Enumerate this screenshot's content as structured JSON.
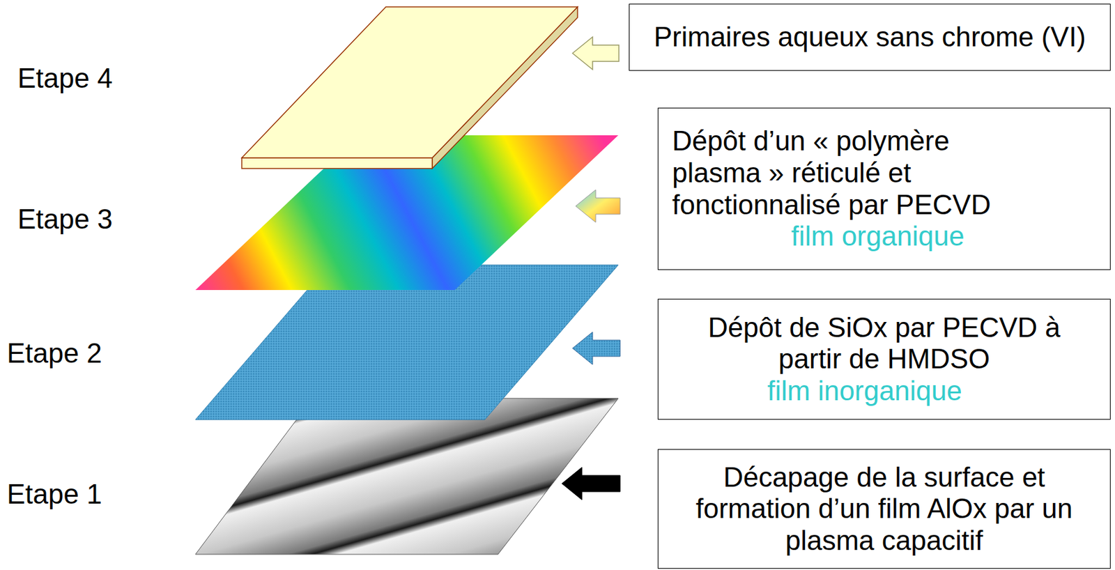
{
  "diagram": {
    "nodes": [
      {
        "text": [
          "Primaires aqueux sans chrome (VI)"
        ]
      },
      {
        "text": [
          "Dépôt d’un « polymère plasma » réticulé et fonctionnalisé par PECVD",
          "film organique"
        ]
      },
      {
        "text": [
          "Dépôt de SiOx par PECVD à partir de HMDSO",
          "film inorganique"
        ]
      },
      {
        "text": [
          "Décapage de la surface et formation d’un film AlOx par un plasma capacitif"
        ]
      }
    ],
    "labels": [
      "Etape 4",
      "Etape 3",
      "Etape 2",
      "Etape 1"
    ]
  }
}
